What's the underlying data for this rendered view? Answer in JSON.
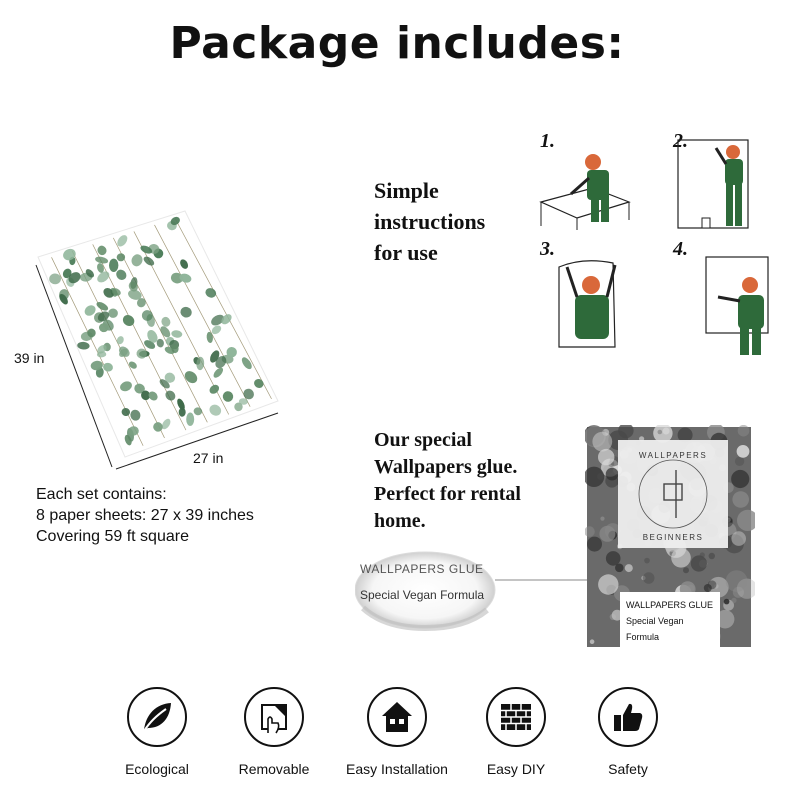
{
  "title": "Package includes:",
  "instructions": {
    "lines": [
      "Simple",
      "instructions",
      "for use"
    ],
    "steps": [
      "1.",
      "2.",
      "3.",
      "4."
    ]
  },
  "sheet": {
    "height_label": "39 in",
    "width_label": "27 in",
    "set_lines": [
      "Each set contains:",
      "8 paper sheets: 27 x 39 inches",
      "Covering 59 ft square"
    ]
  },
  "glue": {
    "lines": [
      "Our special",
      "Wallpapers glue.",
      "Perfect for rental",
      "home."
    ],
    "magnifier_line1": "WALLPAPERS GLUE",
    "magnifier_line2": "Special  Vegan Formula",
    "box_line1": "WALLPAPERS GLUE",
    "box_line2": "Special Vegan Formula",
    "brand_top": "WALLPAPERS",
    "brand_bottom": "BEGINNERS"
  },
  "features": [
    {
      "label": "Ecological",
      "icon": "leaf-icon"
    },
    {
      "label": "Removable",
      "icon": "peel-icon"
    },
    {
      "label": "Easy Installation",
      "icon": "house-icon"
    },
    {
      "label": "Easy DIY",
      "icon": "brick-wall-icon"
    },
    {
      "label": "Safety",
      "icon": "thumbs-up-icon"
    }
  ],
  "colors": {
    "leaf_green": "#5f8a67",
    "worker_green": "#2e6a3a",
    "worker_hair": "#d9683a"
  }
}
